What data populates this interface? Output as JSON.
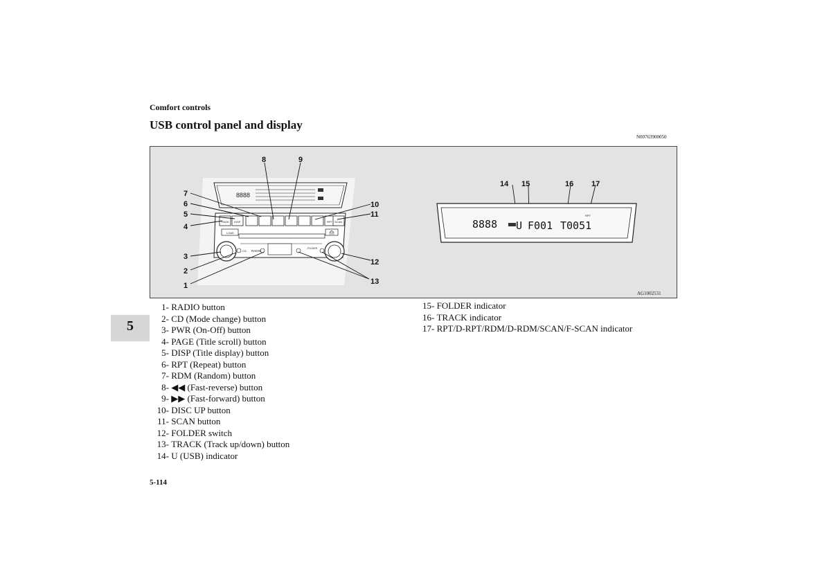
{
  "header": {
    "section": "Comfort controls",
    "title": "USB control panel and display",
    "doc_code": "N00763900050"
  },
  "figure": {
    "code": "AG1002531",
    "callouts": [
      "1",
      "2",
      "3",
      "4",
      "5",
      "6",
      "7",
      "8",
      "9",
      "10",
      "11",
      "12",
      "13",
      "14",
      "15",
      "16",
      "17"
    ],
    "display_text": {
      "digits": "8888",
      "usb": "U",
      "folder": "F001",
      "track": "T0051",
      "rpt": "RPT"
    },
    "panel_labels": {
      "cd": "CD",
      "radio": "RADIO",
      "load": "LOAD",
      "page": "PAGE",
      "disp": "DISP",
      "rpt": "RPT",
      "scan": "SCAN",
      "folder": "FOLDER"
    }
  },
  "chapter": "5",
  "legend_left": [
    {
      "n": "1-",
      "t": "RADIO button"
    },
    {
      "n": "2-",
      "t": "CD (Mode change) button"
    },
    {
      "n": "3-",
      "t": "PWR (On-Off) button"
    },
    {
      "n": "4-",
      "t": "PAGE (Title scroll) button"
    },
    {
      "n": "5-",
      "t": "DISP (Title display) button"
    },
    {
      "n": "6-",
      "t": "RPT (Repeat) button"
    },
    {
      "n": "7-",
      "t": "RDM (Random) button"
    },
    {
      "n": "8-",
      "t": "◀◀ (Fast-reverse) button"
    },
    {
      "n": "9-",
      "t": "▶▶ (Fast-forward) button"
    },
    {
      "n": "10-",
      "t": "DISC UP button"
    },
    {
      "n": "11-",
      "t": "SCAN button"
    },
    {
      "n": "12-",
      "t": "FOLDER switch"
    },
    {
      "n": "13-",
      "t": "TRACK (Track up/down) button"
    },
    {
      "n": "14-",
      "t": "U (USB) indicator"
    }
  ],
  "legend_right": [
    {
      "n": "15-",
      "t": "FOLDER indicator"
    },
    {
      "n": "16-",
      "t": "TRACK indicator"
    },
    {
      "n": "17-",
      "t": "RPT/D-RPT/RDM/D-RDM/SCAN/F-SCAN indicator"
    }
  ],
  "page_number": "5-114"
}
